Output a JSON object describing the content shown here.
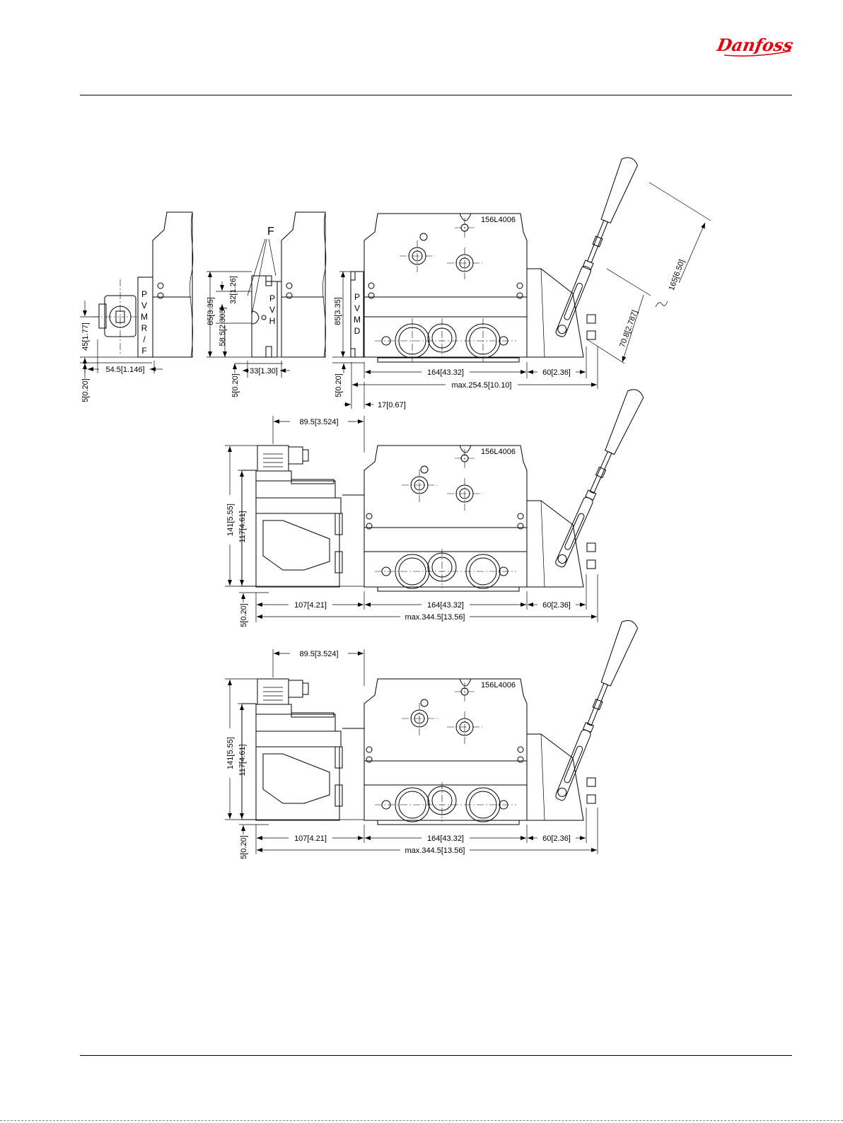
{
  "brand": {
    "logo_text": "Danfoss",
    "color": "#e2000f"
  },
  "top_view": {
    "pvmr": {
      "letters": [
        "P",
        "V",
        "M",
        "R",
        "/",
        "F"
      ],
      "dims": [
        "45[1.77]",
        "54.5[1.146]",
        "5[0.20]"
      ]
    },
    "pvh": {
      "letters": [
        "P",
        "V",
        "H"
      ],
      "callout": "F",
      "dims": [
        "85[3.35]",
        "32[1.26]",
        "58.5[2.303]",
        "5[0.20]",
        "33[1.30]"
      ]
    },
    "pvmd": {
      "letters": [
        "P",
        "V",
        "M",
        "D"
      ],
      "dims": [
        "85[3.35]",
        "5[0.20]",
        "164[43.32]",
        "60[2.36]",
        "max.254.5[10.10]",
        "17[0.67]",
        "70.8[2.787]",
        "165[6.50]"
      ]
    },
    "part_no": "156L4006"
  },
  "middle_view": {
    "part_no": "156L4006",
    "dims": [
      "89.5[3.524]",
      "141[5.55]",
      "117[4.61]",
      "5[0.20]",
      "107[4.21]",
      "164[43.32]",
      "60[2.36]",
      "max.344.5[13.56]"
    ]
  },
  "bottom_view": {
    "part_no": "156L4006",
    "dims": [
      "89.5[3.524]",
      "141[5.55]",
      "117[4.61]",
      "5[0.20]",
      "107[4.21]",
      "164[43.32]",
      "60[2.36]",
      "max.344.5[13.56]"
    ]
  }
}
